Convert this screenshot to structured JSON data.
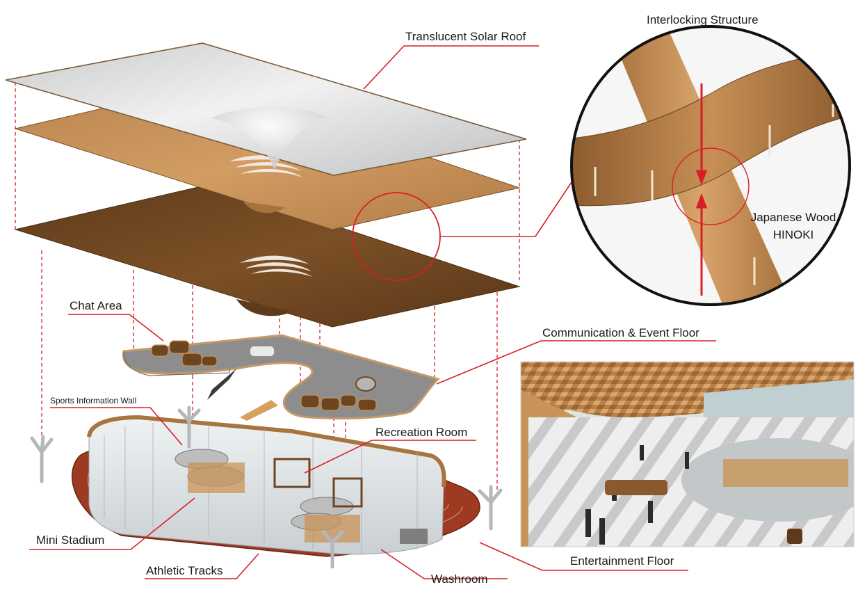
{
  "labels": {
    "translucent_solar_roof": "Translucent Solar Roof",
    "interlocking_structure": "Interlocking Structure",
    "japanese_wood_line1": "Japanese Wood",
    "japanese_wood_line2": "HINOKI",
    "chat_area": "Chat Area",
    "communication_event_floor": "Communication & Event Floor",
    "sports_information_wall": "Sports Information Wall",
    "recreation_room": "Recreation Room",
    "mini_stadium": "Mini Stadium",
    "athletic_tracks": "Athletic Tracks",
    "washroom": "Washroom",
    "entertainment_floor": "Entertainment Floor"
  },
  "colors": {
    "leader_red": "#d81e28",
    "wood_light": "#c89358",
    "wood_dark": "#6e4521",
    "roof_glass": "#d9dadb",
    "track_red": "#9e3a22",
    "floor_gray": "#8d8d8d"
  }
}
